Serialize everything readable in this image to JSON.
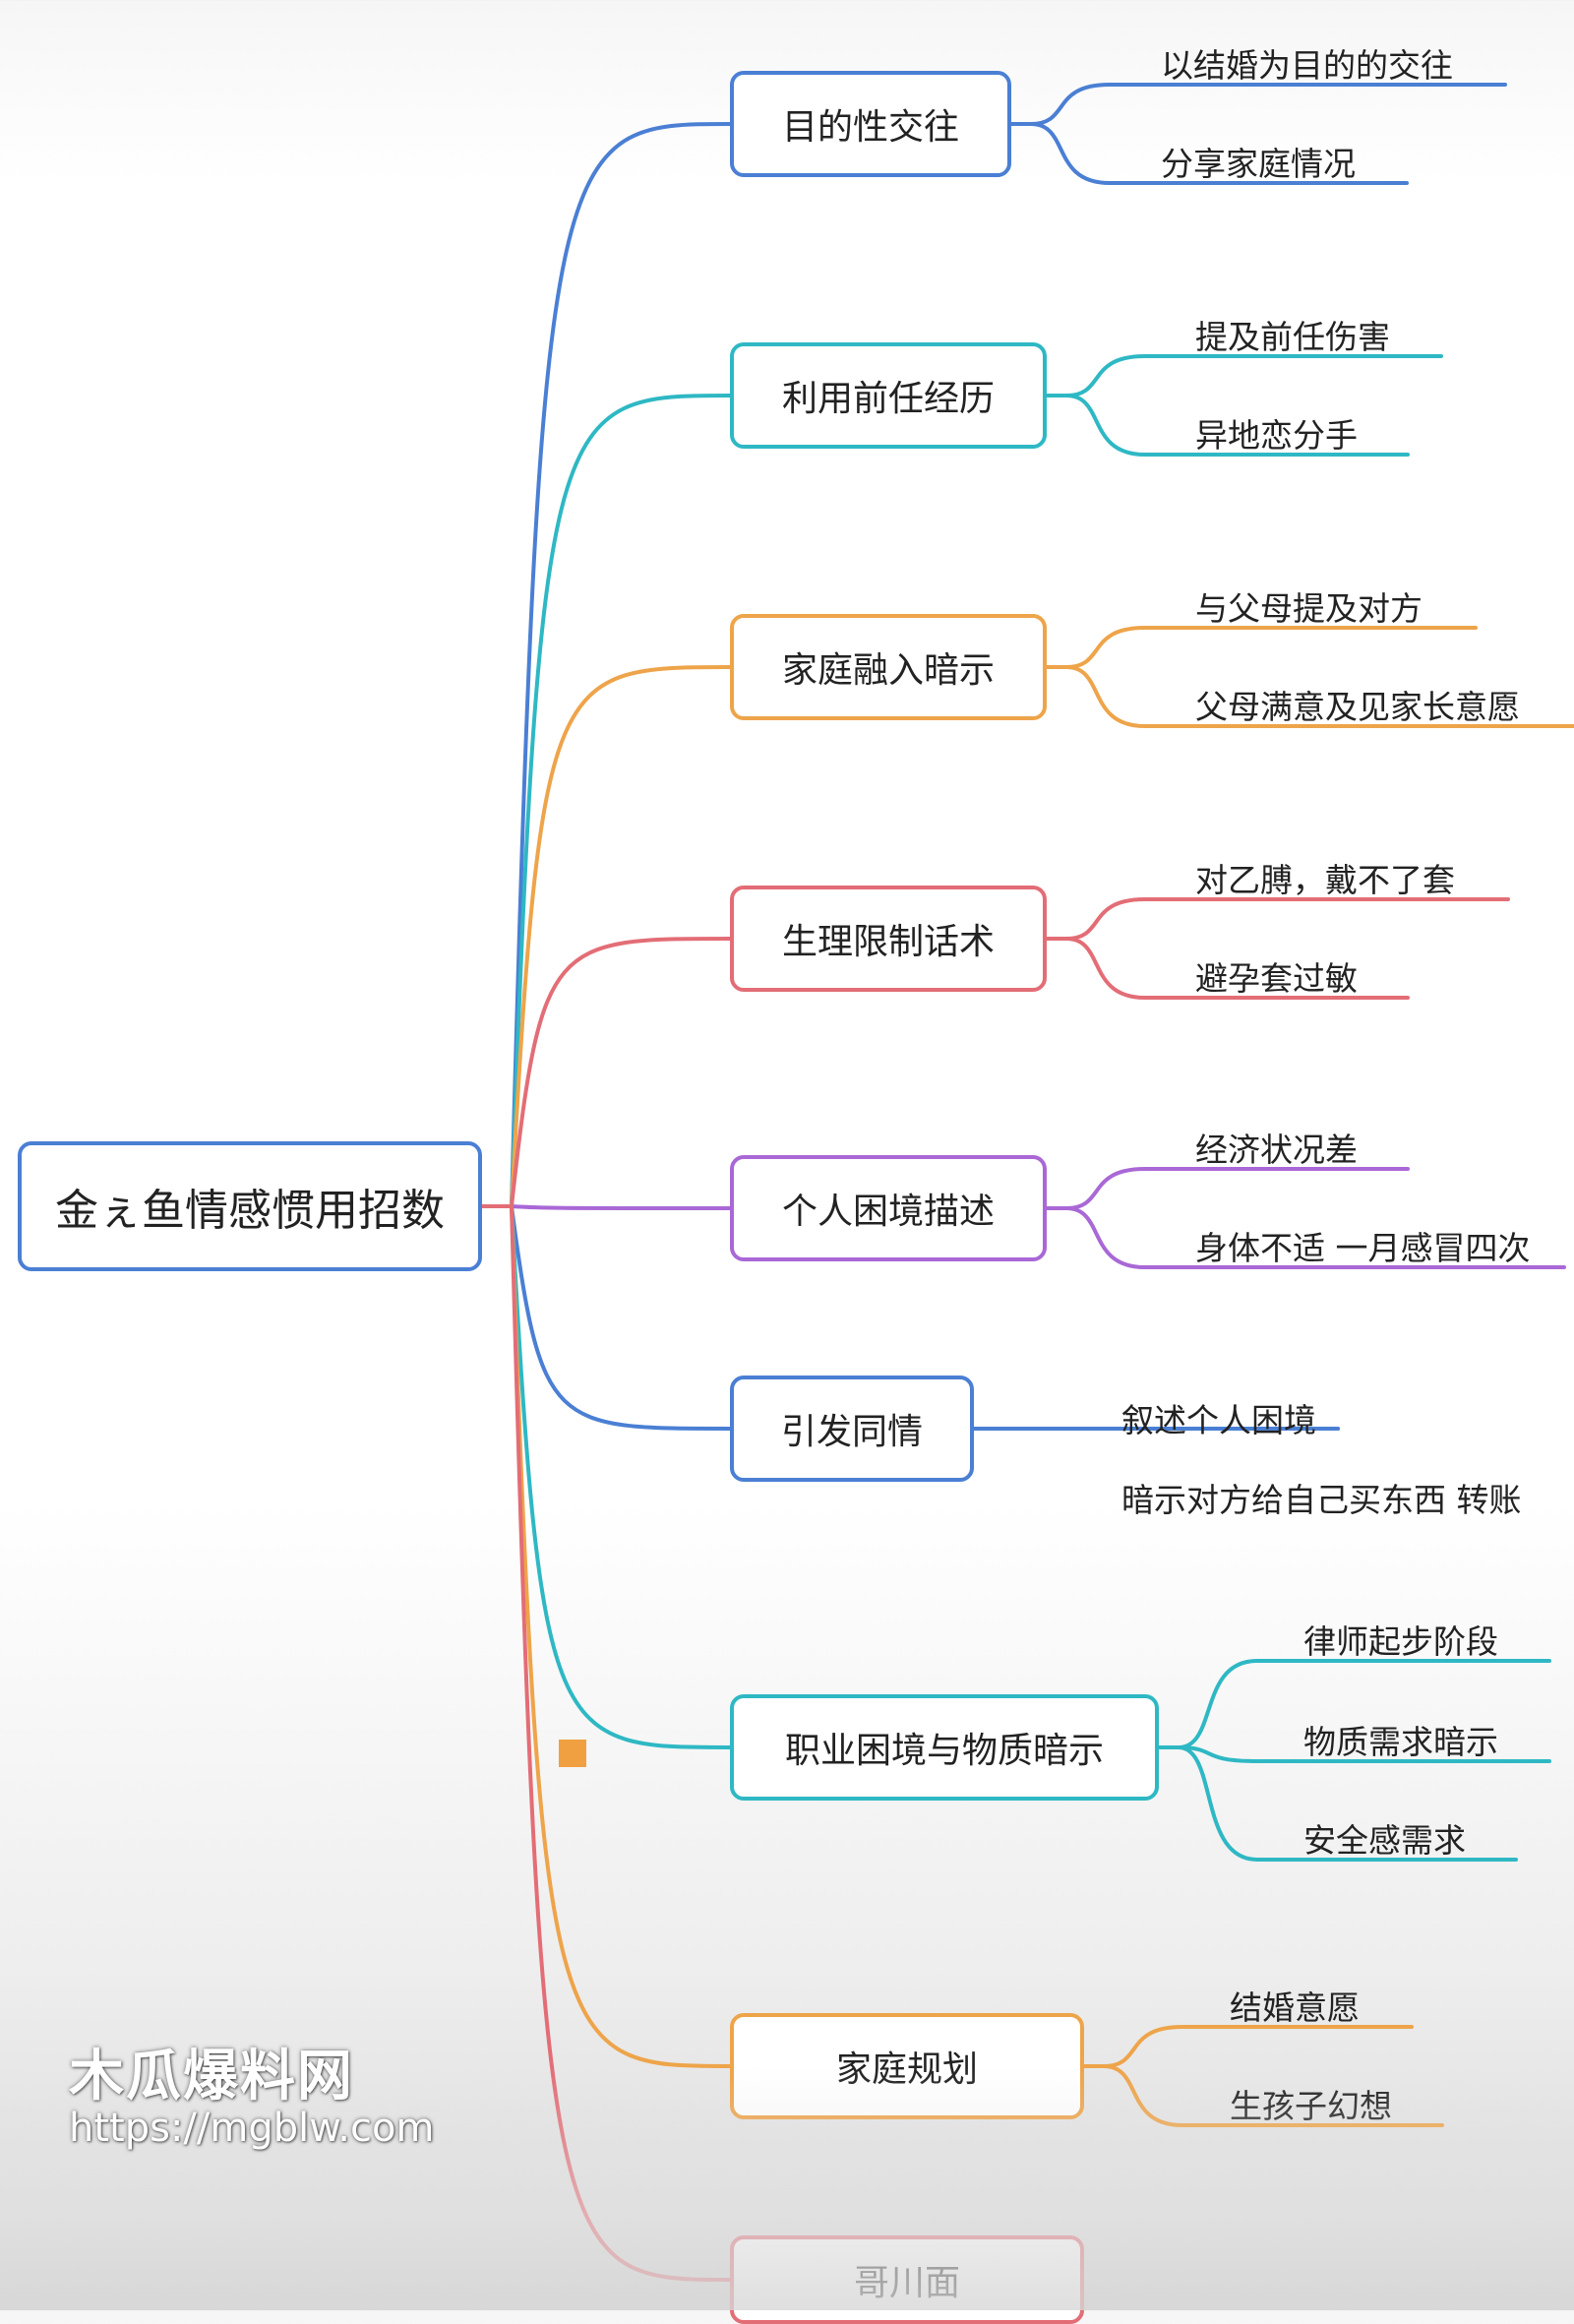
{
  "root": {
    "label": "金ぇ鱼情感惯用招数"
  },
  "branches": [
    {
      "label": "目的性交往",
      "color": "#4a7fd4",
      "children": [
        "以结婚为目的的交往",
        "分享家庭情况"
      ]
    },
    {
      "label": "利用前任经历",
      "color": "#2eb8c4",
      "children": [
        "提及前任伤害",
        "异地恋分手"
      ]
    },
    {
      "label": "家庭融入暗示",
      "color": "#eea44a",
      "children": [
        "与父母提及对方",
        "父母满意及见家长意愿"
      ]
    },
    {
      "label": "生理限制话术",
      "color": "#e36d76",
      "children": [
        "对乙膊，戴不了套",
        "避孕套过敏"
      ]
    },
    {
      "label": "个人困境描述",
      "color": "#a968d6",
      "children": [
        "经济状况差",
        "身体不适 一月感冒四次"
      ]
    },
    {
      "label": "引发同情",
      "color": "#4a7fd4",
      "children": [
        "叙述个人困境",
        "暗示对方给自己买东西 转账"
      ]
    },
    {
      "label": "职业困境与物质暗示",
      "color": "#2eb8c4",
      "children": [
        "律师起步阶段",
        "物质需求暗示",
        "安全感需求"
      ]
    },
    {
      "label": "家庭规划",
      "color": "#eea44a",
      "children": [
        "结婚意愿",
        "生孩子幻想"
      ]
    },
    {
      "label": "哥川面",
      "color": "#e36d76",
      "children": []
    }
  ],
  "marker_color": "#f0a040",
  "watermark": {
    "title": "木瓜爆料网",
    "url": "https://mgblw.com"
  }
}
